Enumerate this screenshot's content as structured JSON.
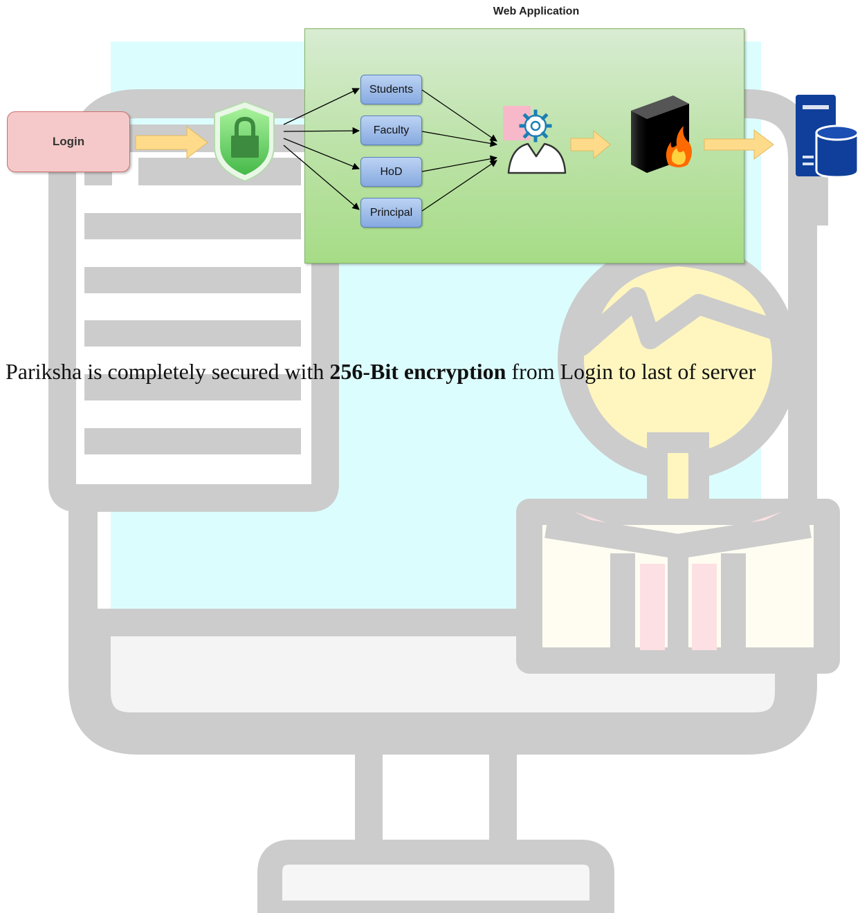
{
  "diagram": {
    "app_title": "Web Application",
    "login_label": "Login",
    "roles": [
      "Students",
      "Faculty",
      "HoD",
      "Principal"
    ],
    "icons": [
      "shield-lock-icon",
      "admin-gear-user-icon",
      "firewall-icon",
      "database-server-icon"
    ]
  },
  "caption": {
    "before": "Pariksha is completely secured with ",
    "bold": "256-Bit encryption",
    "after": " from Login to last of server"
  },
  "colors": {
    "app_box": "#b5df97",
    "login_fill": "#f5c9c9",
    "role_fill": "#9fbbe9",
    "arrow_fill": "#fddb8a",
    "shield_green": "#6fd66a",
    "server_blue": "#0f3f9a"
  }
}
